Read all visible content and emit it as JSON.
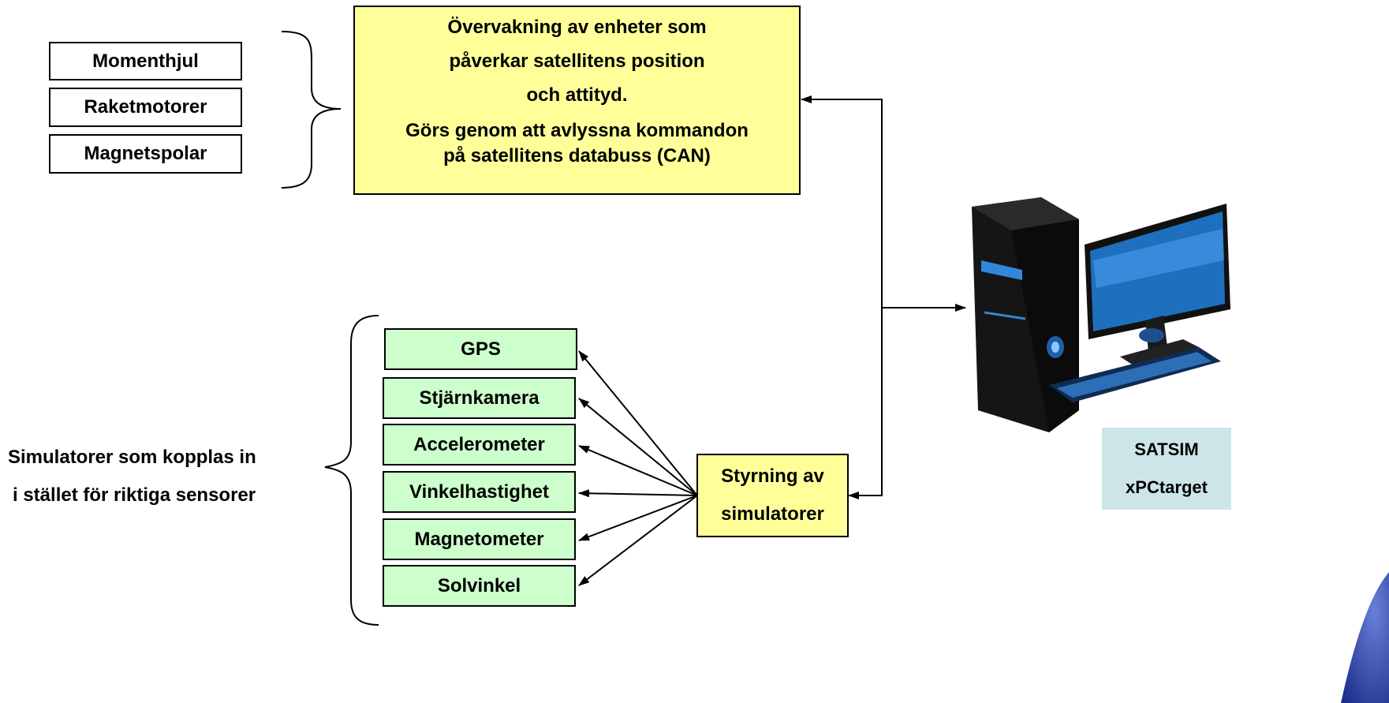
{
  "actuators": [
    "Momenthjul",
    "Raketmotorer",
    "Magnetspolar"
  ],
  "monitoring": {
    "lines": [
      "Övervakning av enheter som",
      "påverkar satellitens position",
      "och attityd.",
      "Görs genom att avlyssna kommandon",
      "på satellitens databuss (CAN)"
    ],
    "color": "#ffff99"
  },
  "sensors": [
    "GPS",
    "Stjärnkamera",
    "Accelerometer",
    "Vinkelhastighet",
    "Magnetometer",
    "Solvinkel"
  ],
  "sensor_color": "#ccffcc",
  "simulator_note": {
    "line1": "Simulatorer som kopplas in",
    "line2": "i stället för riktiga sensorer"
  },
  "control": {
    "line1": "Styrning av",
    "line2": "simulatorer"
  },
  "computer": {
    "line1": "SATSIM",
    "line2": "xPCtarget",
    "label_bg": "#cce5e8"
  },
  "icons": [
    "desktop-computer-icon",
    "corner-logo-swoosh"
  ]
}
